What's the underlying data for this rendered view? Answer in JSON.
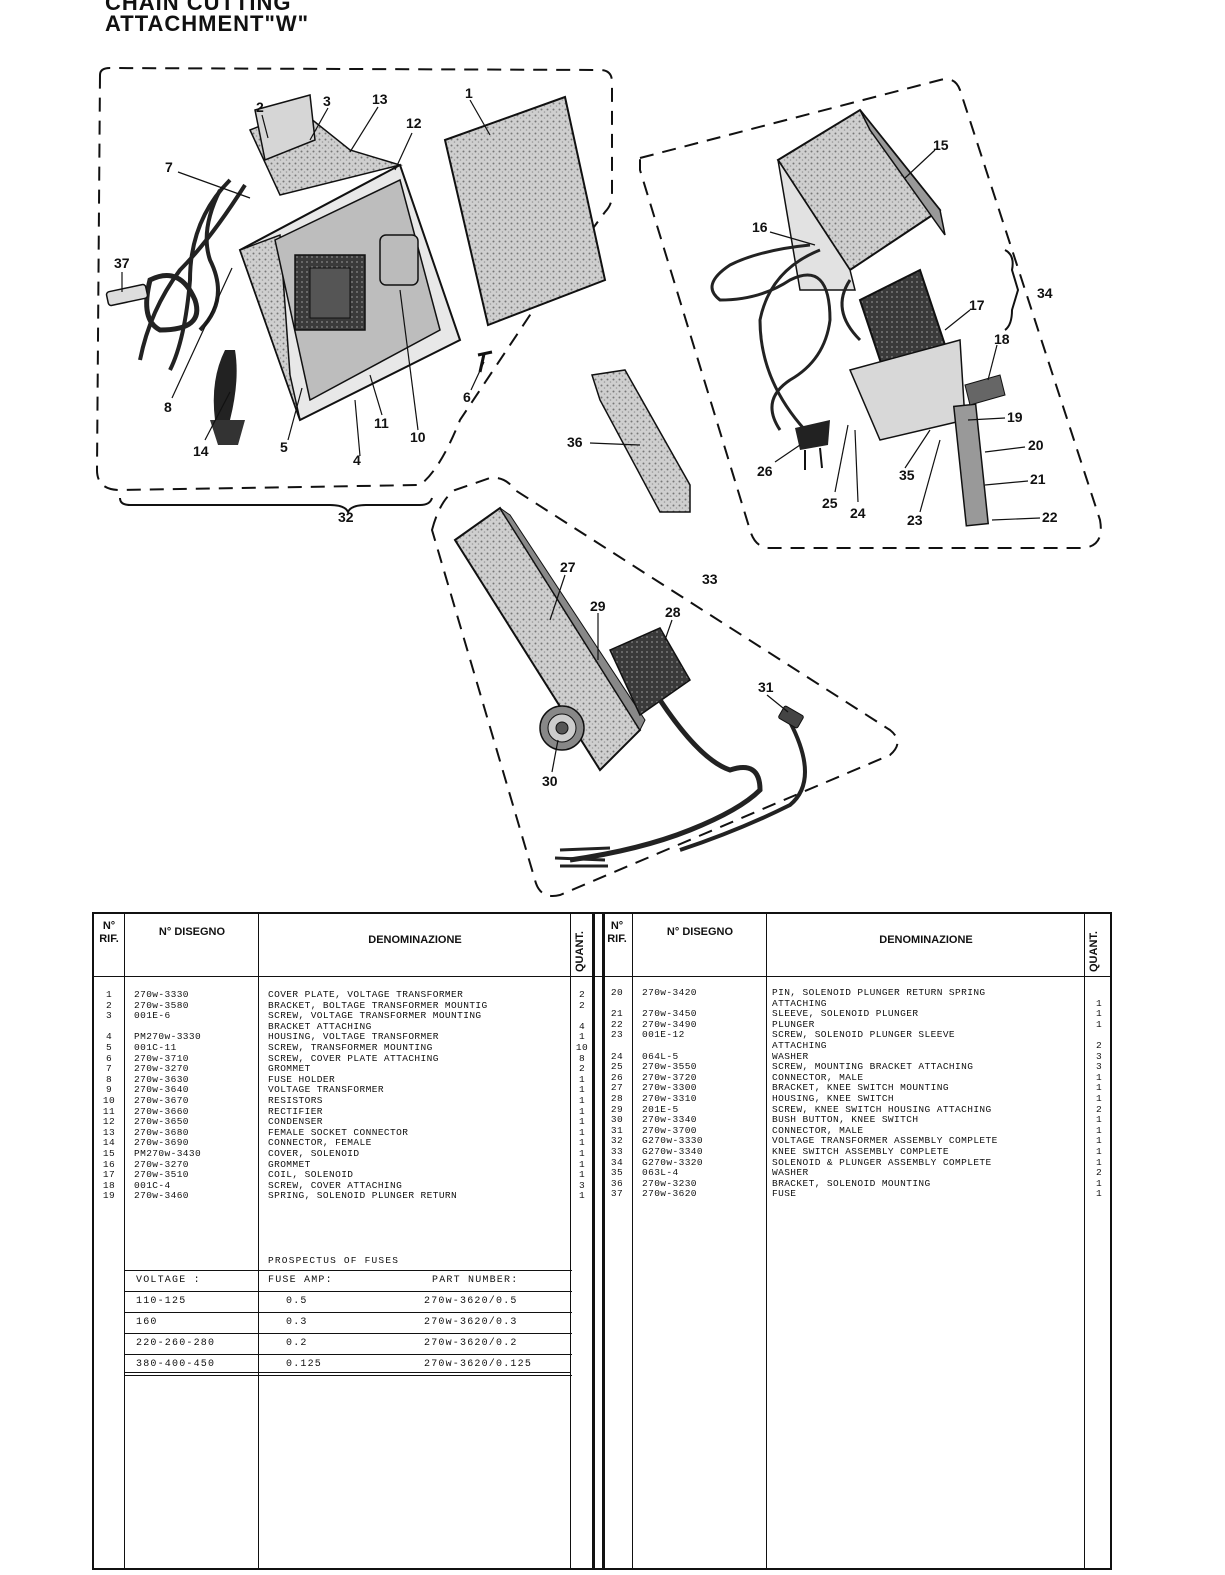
{
  "title": {
    "line1": "CHAIN CUTTING",
    "line2": "ATTACHMENT\"W\""
  },
  "callouts": [
    "1",
    "2",
    "3",
    "4",
    "5",
    "6",
    "7",
    "8",
    "10",
    "11",
    "12",
    "13",
    "14",
    "15",
    "16",
    "17",
    "18",
    "19",
    "20",
    "21",
    "22",
    "23",
    "24",
    "25",
    "26",
    "27",
    "28",
    "29",
    "30",
    "31",
    "33",
    "34",
    "35",
    "36",
    "37"
  ],
  "group_labels": {
    "g32": "32",
    "g33": "33",
    "g34": "34"
  },
  "table": {
    "headers": {
      "rif": "N° RIF.",
      "disegno": "N° DISEGNO",
      "denominazione": "DENOMINAZIONE",
      "quant": "QUANT."
    },
    "left": {
      "rif": [
        "1",
        "2",
        "3",
        "",
        "4",
        "5",
        "6",
        "7",
        "8",
        "9",
        "10",
        "11",
        "12",
        "13",
        "14",
        "15",
        "16",
        "17",
        "18",
        "19"
      ],
      "disegno": [
        "270w-3330",
        "270w-3580",
        "001E-6",
        "",
        "PM270w-3330",
        "001C-11",
        "270w-3710",
        "270w-3270",
        "270w-3630",
        "270w-3640",
        "270w-3670",
        "270w-3660",
        "270w-3650",
        "270w-3680",
        "270w-3690",
        "PM270w-3430",
        "270w-3270",
        "270w-3510",
        "001C-4",
        "270w-3460"
      ],
      "denominazione": [
        "COVER PLATE, VOLTAGE TRANSFORMER",
        "BRACKET, BOLTAGE TRANSFORMER MOUNTIG",
        "SCREW, VOLTAGE TRANSFORMER MOUNTING",
        "BRACKET ATTACHING",
        "HOUSING, VOLTAGE TRANSFORMER",
        "SCREW, TRANSFORMER MOUNTING",
        "SCREW, COVER PLATE ATTACHING",
        "GROMMET",
        "FUSE HOLDER",
        "VOLTAGE TRANSFORMER",
        "RESISTORS",
        "RECTIFIER",
        "CONDENSER",
        "FEMALE SOCKET CONNECTOR",
        "CONNECTOR, FEMALE",
        "COVER, SOLENOID",
        "GROMMET",
        "COIL, SOLENOID",
        "SCREW, COVER ATTACHING",
        "SPRING, SOLENOID PLUNGER RETURN"
      ],
      "quant": [
        "2",
        "2",
        "",
        "4",
        "1",
        "10",
        "8",
        "2",
        "1",
        "1",
        "1",
        "1",
        "1",
        "1",
        "1",
        "1",
        "1",
        "1",
        "3",
        "1"
      ]
    },
    "right": {
      "rif": [
        "20",
        "",
        "21",
        "22",
        "23",
        "",
        "24",
        "25",
        "26",
        "27",
        "28",
        "29",
        "30",
        "31",
        "32",
        "33",
        "34",
        "35",
        "36",
        "37"
      ],
      "disegno": [
        "270w-3420",
        "",
        "270w-3450",
        "270w-3490",
        "001E-12",
        "",
        "064L-5",
        "270w-3550",
        "270w-3720",
        "270w-3300",
        "270w-3310",
        "201E-5",
        "270w-3340",
        "270w-3700",
        "G270w-3330",
        "G270w-3340",
        "G270w-3320",
        "063L-4",
        "270w-3230",
        "270w-3620"
      ],
      "denominazione": [
        "PIN, SOLENOID PLUNGER RETURN SPRING",
        "ATTACHING",
        "SLEEVE, SOLENOID PLUNGER",
        "PLUNGER",
        "SCREW, SOLENOID PLUNGER SLEEVE",
        "ATTACHING",
        "WASHER",
        "SCREW, MOUNTING BRACKET ATTACHING",
        "CONNECTOR, MALE",
        "BRACKET, KNEE SWITCH MOUNTING",
        "HOUSING, KNEE SWITCH",
        "SCREW, KNEE SWITCH HOUSING ATTACHING",
        "BUSH BUTTON, KNEE SWITCH",
        "CONNECTOR, MALE",
        "VOLTAGE TRANSFORMER ASSEMBLY COMPLETE",
        "KNEE SWITCH ASSEMBLY COMPLETE",
        "SOLENOID & PLUNGER ASSEMBLY COMPLETE",
        "WASHER",
        "BRACKET, SOLENOID MOUNTING",
        "FUSE"
      ],
      "quant": [
        "",
        "1",
        "1",
        "1",
        "",
        "2",
        "3",
        "3",
        "1",
        "1",
        "1",
        "2",
        "1",
        "1",
        "1",
        "1",
        "1",
        "2",
        "1",
        "1"
      ]
    },
    "fuses": {
      "caption": "PROSPECTUS OF FUSES",
      "headers": {
        "voltage": "VOLTAGE :",
        "amp": "FUSE AMP:",
        "part": "PART NUMBER:"
      },
      "rows": [
        {
          "voltage": "110-125",
          "amp": "0.5",
          "part": "270w-3620/0.5"
        },
        {
          "voltage": "160",
          "amp": "0.3",
          "part": "270w-3620/0.3"
        },
        {
          "voltage": "220-260-280",
          "amp": "0.2",
          "part": "270w-3620/0.2"
        },
        {
          "voltage": "380-400-450",
          "amp": "0.125",
          "part": "270w-3620/0.125"
        }
      ]
    }
  }
}
